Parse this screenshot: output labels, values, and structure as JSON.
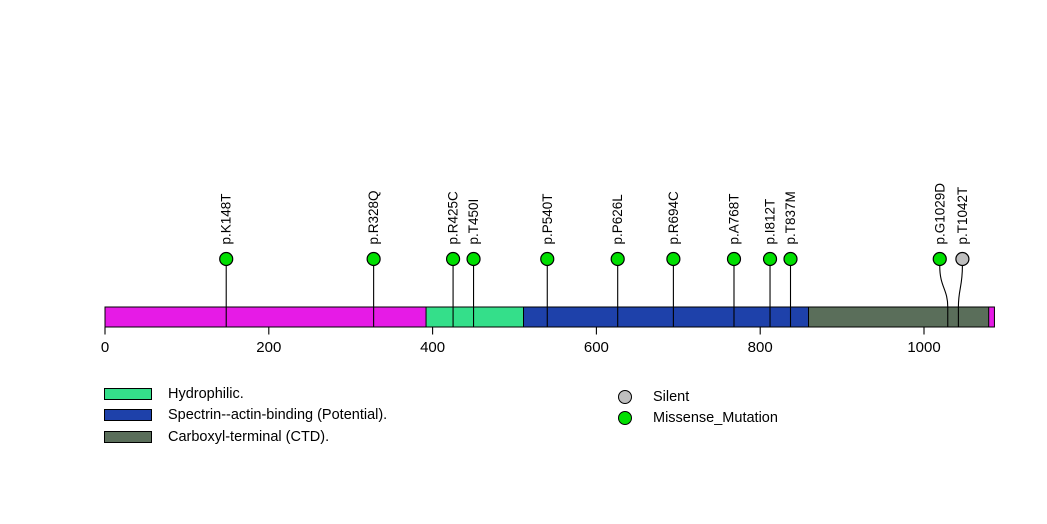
{
  "figure": {
    "background": "#ffffff",
    "text_color": "#000000"
  },
  "chart_data": {
    "type": "lollipop",
    "title": "",
    "xlabel": "",
    "ylabel": "",
    "xlim": [
      0,
      1086
    ],
    "grid": false,
    "legend_position": "bottom",
    "xticks": [
      {
        "value": 0,
        "label": "0"
      },
      {
        "value": 200,
        "label": "200"
      },
      {
        "value": 400,
        "label": "400"
      },
      {
        "value": 600,
        "label": "600"
      },
      {
        "value": 800,
        "label": "800"
      },
      {
        "value": 1000,
        "label": "1000"
      }
    ],
    "protein": {
      "length": 1086,
      "backbone_color": "#E61BE6",
      "domains": [
        {
          "name": "Hydrophilic",
          "start": 392,
          "end": 511,
          "color": "#34DF8A"
        },
        {
          "name": "Spectrin--actin-binding (Potential)",
          "start": 511,
          "end": 859,
          "color": "#1E41AA"
        },
        {
          "name": "Carboxyl-terminal (CTD)",
          "start": 859,
          "end": 1079,
          "color": "#5A6E5A"
        }
      ]
    },
    "mutation_type_colors": {
      "Missense_Mutation": "#00DF00",
      "Silent": "#BEBEBE"
    },
    "mutations": [
      {
        "label": "p.K148T",
        "position": 148,
        "type": "Missense_Mutation",
        "label_offset": 0
      },
      {
        "label": "p.R328Q",
        "position": 328,
        "type": "Missense_Mutation",
        "label_offset": 0
      },
      {
        "label": "p.R425C",
        "position": 425,
        "type": "Missense_Mutation",
        "label_offset": 0
      },
      {
        "label": "p.T450I",
        "position": 450,
        "type": "Missense_Mutation",
        "label_offset": 0
      },
      {
        "label": "p.P540T",
        "position": 540,
        "type": "Missense_Mutation",
        "label_offset": 0
      },
      {
        "label": "p.P626L",
        "position": 626,
        "type": "Missense_Mutation",
        "label_offset": 0
      },
      {
        "label": "p.R694C",
        "position": 694,
        "type": "Missense_Mutation",
        "label_offset": 0
      },
      {
        "label": "p.A768T",
        "position": 768,
        "type": "Missense_Mutation",
        "label_offset": 0
      },
      {
        "label": "p.I812T",
        "position": 812,
        "type": "Missense_Mutation",
        "label_offset": 0
      },
      {
        "label": "p.T837M",
        "position": 837,
        "type": "Missense_Mutation",
        "label_offset": 0
      },
      {
        "label": "p.G1029D",
        "position": 1029,
        "type": "Missense_Mutation",
        "label_offset": -8
      },
      {
        "label": "p.T1042T",
        "position": 1042,
        "type": "Silent",
        "label_offset": 4
      }
    ]
  },
  "legend": {
    "domains": [
      {
        "label": "Hydrophilic.",
        "color": "#34DF8A"
      },
      {
        "label": "Spectrin--actin-binding (Potential).",
        "color": "#1E41AA"
      },
      {
        "label": "Carboxyl-terminal (CTD).",
        "color": "#5A6E5A"
      }
    ],
    "mutation_types": [
      {
        "label": "Silent",
        "color": "#BEBEBE"
      },
      {
        "label": "Missense_Mutation",
        "color": "#00DF00"
      }
    ]
  }
}
